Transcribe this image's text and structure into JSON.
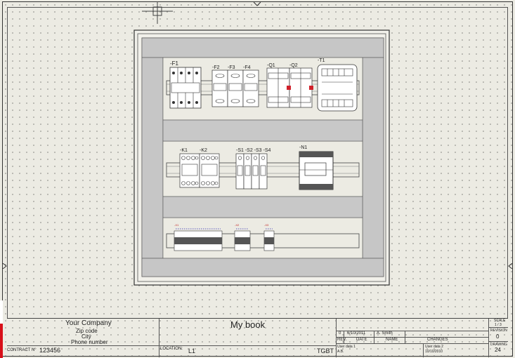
{
  "panel": {
    "row1_labels": [
      "-F1",
      "-F2",
      "-F3",
      "-F4",
      "-Q1",
      "-Q2",
      "-T1"
    ],
    "row2_labels": [
      "-K1",
      "-K2",
      "-S1 -S2 -S3 -S4",
      "-N1"
    ],
    "row3_labels": [
      "-X1",
      "-X2",
      "-X3"
    ]
  },
  "title_block": {
    "company": "Your Company",
    "zip": "Zip code",
    "city": "City",
    "phone": "Phone number",
    "contract_label": "CONTRACT N°",
    "contract_value": "123456",
    "book_title": "My book",
    "location_label": "LOCATION:",
    "location_value": "L1",
    "function_value": "TGBT",
    "rev_number": "0",
    "rev_date": "6/10/2011",
    "rev_name": "A. Smith",
    "rev_header": "REV.",
    "date_header": "DATE",
    "name_header": "NAME",
    "changes_header": "CHANGES",
    "user_data1_label": "User data 1",
    "user_data1_value": "A.B.",
    "user_data2_label": "User data 2",
    "user_data2_value": "10/10/2010",
    "scale_label": "SCALE",
    "scale_value": "1 / 3",
    "revision_label": "REVISION",
    "revision_value": "0",
    "drawing_label": "DRAWING",
    "drawing_value": "24"
  }
}
